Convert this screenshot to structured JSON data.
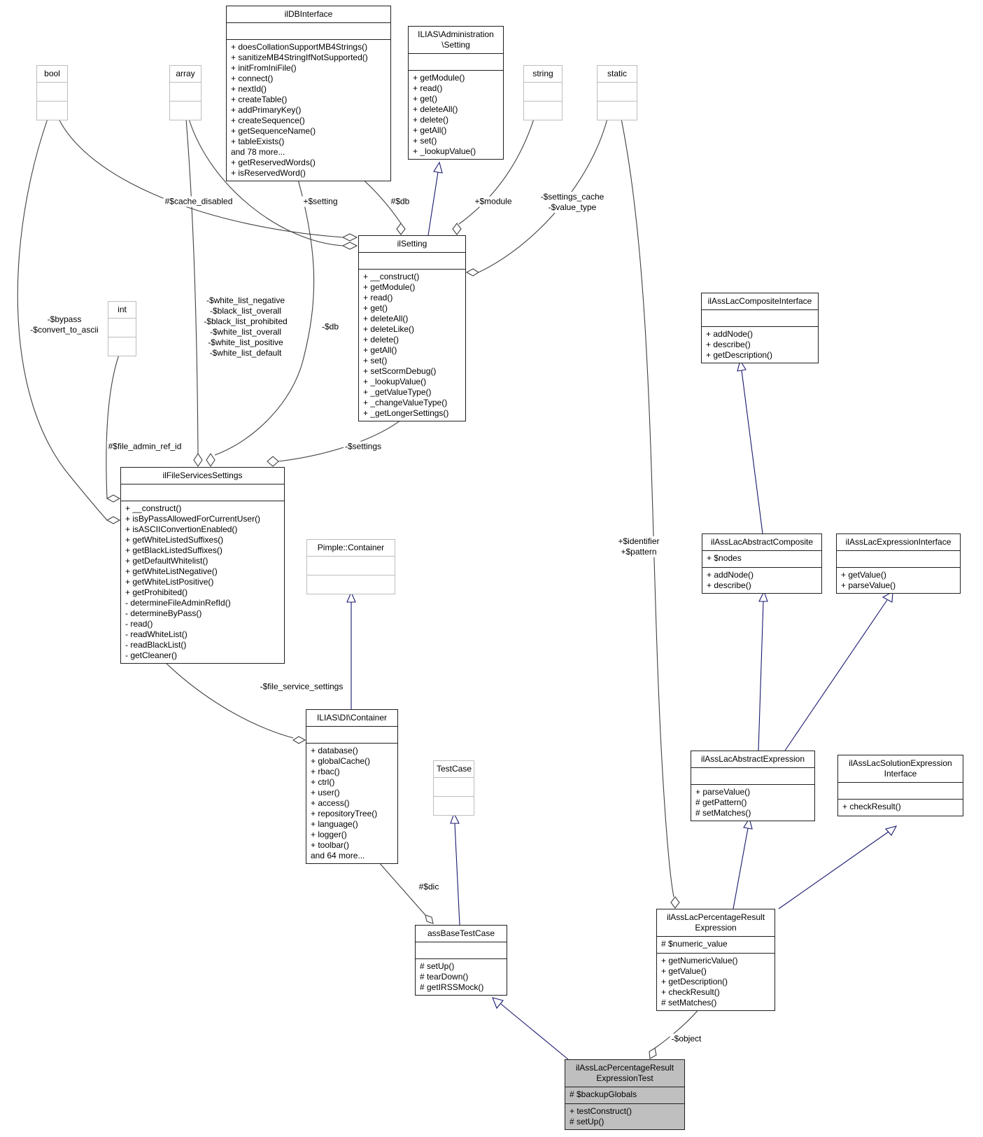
{
  "diagram": {
    "classes": [
      {
        "id": "bool",
        "title_lines": [
          "bool"
        ],
        "attrs": [],
        "methods": [],
        "external": true
      },
      {
        "id": "array",
        "title_lines": [
          "array"
        ],
        "attrs": [],
        "methods": [],
        "external": true
      },
      {
        "id": "ildbinterface",
        "title_lines": [
          "ilDBInterface"
        ],
        "attrs": [],
        "methods": [
          "+ doesCollationSupportMB4Strings()",
          "+ sanitizeMB4StringIfNotSupported()",
          "+ initFromIniFile()",
          "+ connect()",
          "+ nextId()",
          "+ createTable()",
          "+ addPrimaryKey()",
          "+ createSequence()",
          "+ getSequenceName()",
          "+ tableExists()",
          "and 78 more...",
          "+ getReservedWords()",
          "+ isReservedWord()"
        ]
      },
      {
        "id": "adminsetting",
        "title_lines": [
          "ILIAS\\Administration",
          "\\Setting"
        ],
        "attrs": [],
        "methods": [
          "+ getModule()",
          "+ read()",
          "+ get()",
          "+ deleteAll()",
          "+ delete()",
          "+ getAll()",
          "+ set()",
          "+ _lookupValue()"
        ]
      },
      {
        "id": "string",
        "title_lines": [
          "string"
        ],
        "attrs": [],
        "methods": [],
        "external": true
      },
      {
        "id": "static",
        "title_lines": [
          "static"
        ],
        "attrs": [],
        "methods": [],
        "external": true
      },
      {
        "id": "ilsetting",
        "title_lines": [
          "ilSetting"
        ],
        "attrs": [],
        "methods": [
          "+ __construct()",
          "+ getModule()",
          "+ read()",
          "+ get()",
          "+ deleteAll()",
          "+ deleteLike()",
          "+ delete()",
          "+ getAll()",
          "+ set()",
          "+ setScormDebug()",
          "+ _lookupValue()",
          "+ _getValueType()",
          "+ _changeValueType()",
          "+ _getLongerSettings()"
        ]
      },
      {
        "id": "int",
        "title_lines": [
          "int"
        ],
        "attrs": [],
        "methods": [],
        "external": true
      },
      {
        "id": "filesettings",
        "title_lines": [
          "ilFileServicesSettings"
        ],
        "attrs": [],
        "methods": [
          "+ __construct()",
          "+ isByPassAllowedForCurrentUser()",
          "+ isASCIIConvertionEnabled()",
          "+ getWhiteListedSuffixes()",
          "+ getBlackListedSuffixes()",
          "+ getDefaultWhitelist()",
          "+ getWhiteListNegative()",
          "+ getWhiteListPositive()",
          "+ getProhibited()",
          "- determineFileAdminRefId()",
          "- determineByPass()",
          "- read()",
          "- readWhiteList()",
          "- readBlackList()",
          "- getCleaner()"
        ]
      },
      {
        "id": "pimple",
        "title_lines": [
          "Pimple::Container"
        ],
        "attrs": [],
        "methods": [],
        "external": true
      },
      {
        "id": "dicontainer",
        "title_lines": [
          "ILIAS\\DI\\Container"
        ],
        "attrs": [],
        "methods": [
          "+ database()",
          "+ globalCache()",
          "+ rbac()",
          "+ ctrl()",
          "+ user()",
          "+ access()",
          "+ repositoryTree()",
          "+ language()",
          "+ logger()",
          "+ toolbar()",
          "and 64 more..."
        ]
      },
      {
        "id": "testcase",
        "title_lines": [
          "TestCase"
        ],
        "attrs": [],
        "methods": [],
        "external": true
      },
      {
        "id": "assbasetestcase",
        "title_lines": [
          "assBaseTestCase"
        ],
        "attrs": [],
        "methods": [
          "# setUp()",
          "# tearDown()",
          "# getIRSSMock()"
        ]
      },
      {
        "id": "compositeinterface",
        "title_lines": [
          "ilAssLacCompositeInterface"
        ],
        "attrs": [],
        "methods": [
          "+ addNode()",
          "+ describe()",
          "+ getDescription()"
        ]
      },
      {
        "id": "abstractcomposite",
        "title_lines": [
          "ilAssLacAbstractComposite"
        ],
        "attrs": [
          "+ $nodes"
        ],
        "methods": [
          "+ addNode()",
          "+ describe()"
        ]
      },
      {
        "id": "expressioninterface",
        "title_lines": [
          "ilAssLacExpressionInterface"
        ],
        "attrs": [],
        "methods": [
          "+ getValue()",
          "+ parseValue()"
        ]
      },
      {
        "id": "abstractexpression",
        "title_lines": [
          "ilAssLacAbstractExpression"
        ],
        "attrs": [],
        "methods": [
          "+ parseValue()",
          "# getPattern()",
          "# setMatches()"
        ]
      },
      {
        "id": "solutioninterface",
        "title_lines": [
          "ilAssLacSolutionExpression",
          "Interface"
        ],
        "attrs": [],
        "methods": [
          "+ checkResult()"
        ]
      },
      {
        "id": "percentageexpression",
        "title_lines": [
          "ilAssLacPercentageResult",
          "Expression"
        ],
        "attrs": [
          "# $numeric_value"
        ],
        "methods": [
          "+ getNumericValue()",
          "+ getValue()",
          "+ getDescription()",
          "+ checkResult()",
          "# setMatches()"
        ]
      },
      {
        "id": "testclass",
        "title_lines": [
          "ilAssLacPercentageResult",
          "ExpressionTest"
        ],
        "attrs": [
          "# $backupGlobals"
        ],
        "methods": [
          "+ testConstruct()",
          "# setUp()"
        ],
        "highlight": true
      }
    ],
    "edge_labels": [
      {
        "id": "cache_disabled",
        "lines": [
          "#$cache_disabled"
        ]
      },
      {
        "id": "setting",
        "lines": [
          "+$setting"
        ]
      },
      {
        "id": "db_hash",
        "lines": [
          "#$db"
        ]
      },
      {
        "id": "module",
        "lines": [
          "+$module"
        ]
      },
      {
        "id": "settings_cache",
        "lines": [
          "-$settings_cache",
          "-$value_type"
        ]
      },
      {
        "id": "bypass",
        "lines": [
          "-$bypass",
          "-$convert_to_ascii"
        ]
      },
      {
        "id": "whitelists",
        "lines": [
          "-$white_list_negative",
          "-$black_list_overall",
          "-$black_list_prohibited",
          "-$white_list_overall",
          "-$white_list_positive",
          "-$white_list_default"
        ]
      },
      {
        "id": "db_minus",
        "lines": [
          "-$db"
        ]
      },
      {
        "id": "file_admin",
        "lines": [
          "#$file_admin_ref_id"
        ]
      },
      {
        "id": "settings_minus",
        "lines": [
          "-$settings"
        ]
      },
      {
        "id": "file_service",
        "lines": [
          "-$file_service_settings"
        ]
      },
      {
        "id": "dic",
        "lines": [
          "#$dic"
        ]
      },
      {
        "id": "identifier",
        "lines": [
          "+$identifier",
          "+$pattern"
        ]
      },
      {
        "id": "object",
        "lines": [
          "-$object"
        ]
      }
    ]
  },
  "colors": {
    "inheritance_edge": "#191970",
    "usage_edge": "#404040",
    "highlight_fill": "#bfbfbf",
    "external_border": "#bdbdbd",
    "box_border": "#1f1f1f",
    "background": "#ffffff"
  }
}
